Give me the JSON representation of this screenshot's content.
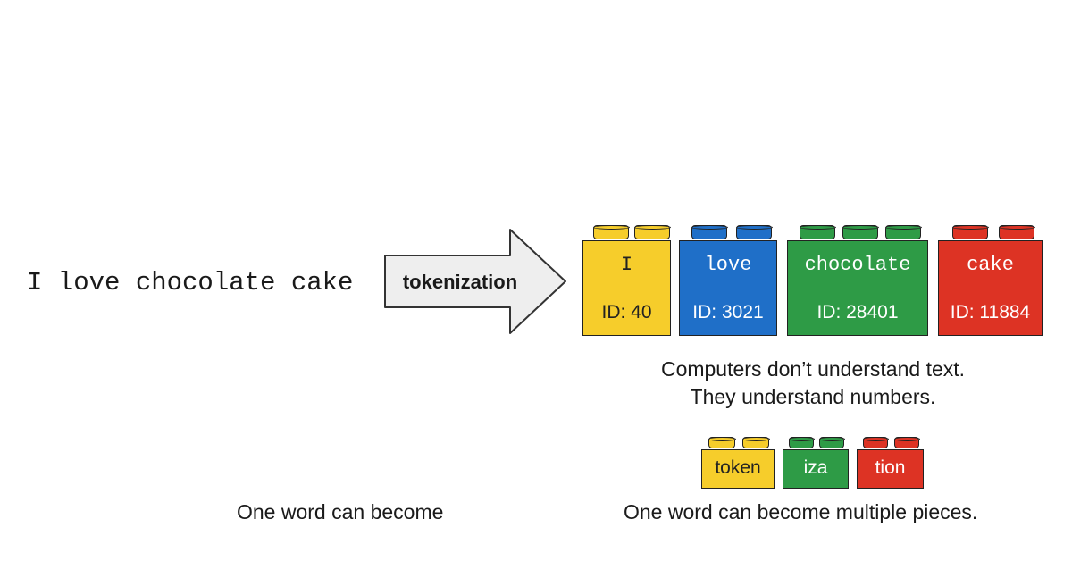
{
  "sentence": "I love chocolate cake",
  "arrow": {
    "label": "tokenization"
  },
  "tokens": [
    {
      "text": "I",
      "id": "ID: 40",
      "color": "#f6cd2b",
      "text_color": "#222222"
    },
    {
      "text": "love",
      "id": "ID: 3021",
      "color": "#1f6fc8",
      "text_color": "#ffffff"
    },
    {
      "text": "chocolate",
      "id": "ID: 28401",
      "color": "#2e9b46",
      "text_color": "#ffffff"
    },
    {
      "text": "cake",
      "id": "ID: 11884",
      "color": "#dd3324",
      "text_color": "#ffffff"
    }
  ],
  "caption_main": {
    "line1": "Computers don’t understand text.",
    "line2": "They understand numbers."
  },
  "subword_tokens": [
    {
      "text": "token",
      "color": "#f6cd2b",
      "text_color": "#222222"
    },
    {
      "text": "iza",
      "color": "#2e9b46",
      "text_color": "#ffffff"
    },
    {
      "text": "tion",
      "color": "#dd3324",
      "text_color": "#ffffff"
    }
  ],
  "caption_left": "One word can become",
  "caption_right": "One word can become multiple pieces."
}
